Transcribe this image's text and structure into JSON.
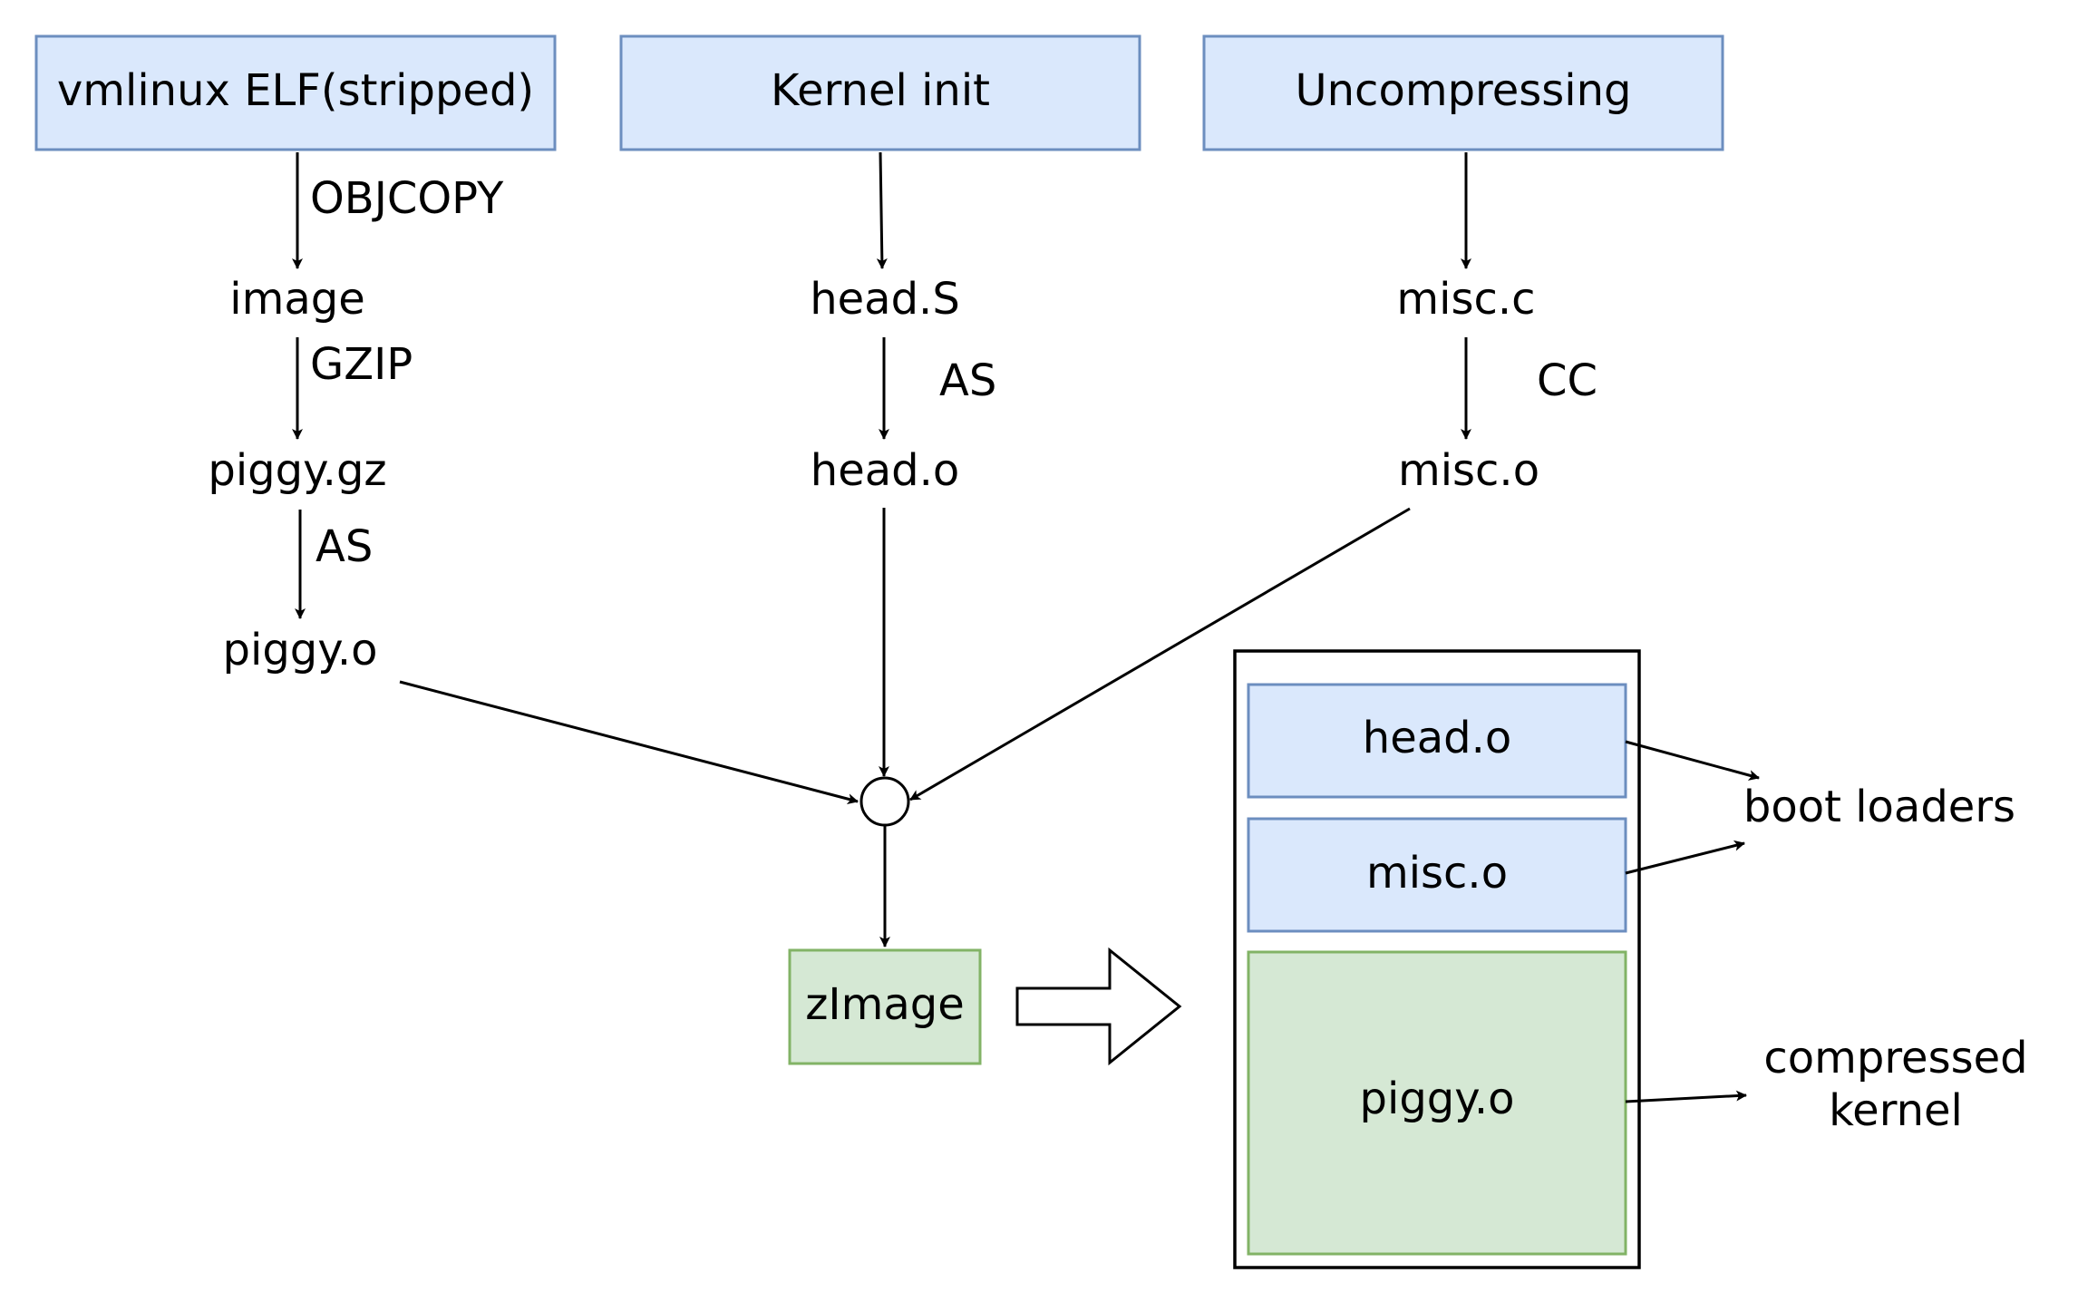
{
  "colors": {
    "blue_fill": "#dae8fc",
    "blue_stroke": "#6c8ebf",
    "green_fill": "#d5e8d4",
    "green_stroke": "#82b366"
  },
  "headers": {
    "vmlinux": "vmlinux ELF(stripped)",
    "kernel_init": "Kernel init",
    "uncompressing": "Uncompressing"
  },
  "left_chain": {
    "image": "image",
    "piggy_gz": "piggy.gz",
    "piggy_o": "piggy.o",
    "objcopy": "OBJCOPY",
    "gzip": "GZIP",
    "as": "AS"
  },
  "middle_chain": {
    "head_s": "head.S",
    "head_o": "head.o",
    "as": "AS"
  },
  "right_chain": {
    "misc_c": "misc.c",
    "misc_o": "misc.o",
    "cc": "CC"
  },
  "output": {
    "zimage": "zImage"
  },
  "zimage_layout": {
    "head_o": "head.o",
    "misc_o": "misc.o",
    "piggy_o": "piggy.o",
    "boot_loaders": "boot loaders",
    "compressed_line1": "compressed",
    "compressed_line2": "kernel"
  }
}
